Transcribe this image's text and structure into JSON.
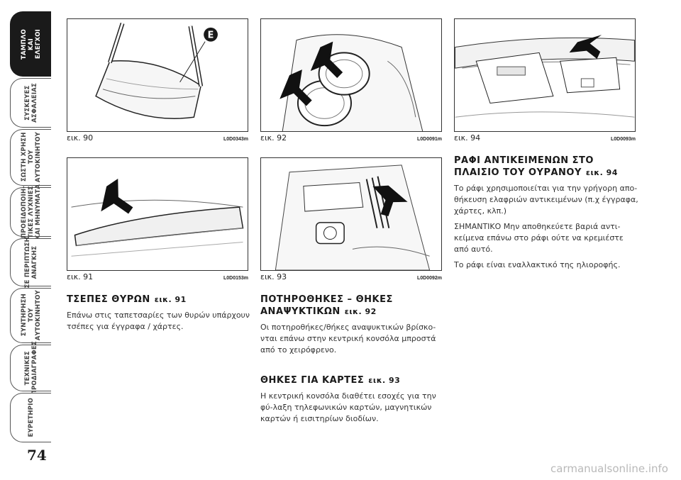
{
  "sidebar": {
    "tabs": [
      {
        "label": "ΤΑΜΠΛΟ\nΚΑΙ\nΕΛΕΓΧΟΙ",
        "active": true
      },
      {
        "label": "ΣΥΣΚΕΥΕΣ\nΑΣΦΑΛΕΙΑΣ",
        "active": false
      },
      {
        "label": "ΣΩΣΤΗ ΧΡΗΣΗ\nΤΟΥ\nΑΥΤΟΚΙΝΗΤΟΥ",
        "active": false
      },
      {
        "label": "ΠΡΟΕΙΔΟΠΟΙΗ-\nΤΙΚΕΣ ΛΥΧΝΙΕΣ\nΚΑΙ ΜΗΝΥΜΑΤΑ",
        "active": false
      },
      {
        "label": "ΣΕ ΠΕΡΙΠΤΩΣΗ\nΑΝΑΓΚΗΣ",
        "active": false
      },
      {
        "label": "ΣΥΝΤΗΡΗΣΗ\nΤΟΥ\nΑΥΤΟΚΙΝΗΤΟΥ",
        "active": false
      },
      {
        "label": "ΤΕΧΝΙΚΕΣ\nΠΡΟΔΙΑΓΡΑΦΕΣ",
        "active": false
      },
      {
        "label": "ΕΥΡΕΤΗΡΙΟ",
        "active": false
      }
    ]
  },
  "page_number": "74",
  "figures": {
    "fig90": {
      "label": "εικ. 90",
      "code": "L0D0343m",
      "marker": "E"
    },
    "fig91": {
      "label": "εικ. 91",
      "code": "L0D0153m"
    },
    "fig92": {
      "label": "εικ. 92",
      "code": "L0D0091m"
    },
    "fig93": {
      "label": "εικ. 93",
      "code": "L0D0092m"
    },
    "fig94": {
      "label": "εικ. 94",
      "code": "L0D0093m"
    }
  },
  "sections": {
    "door_pockets": {
      "title": "ΤΣΕΠΕΣ ΘΥΡΩΝ",
      "ref": "εικ. 91",
      "text": "Επάνω στις ταπετσαρίες των θυρών υπάρχουν τσέπες για έγγραφα / χάρτες."
    },
    "cup_holders": {
      "title": "ΠΟΤΗΡΟΘΗΚΕΣ – ΘΗΚΕΣ ΑΝΑΨΥΚΤΙΚΩΝ",
      "ref": "εικ. 92",
      "text": "Οι ποτηροθήκες/θήκες αναψυκτικών βρίσκο-νται επάνω στην κεντρική κονσόλα μπροστά από το χειρόφρενο."
    },
    "card_holders": {
      "title": "ΘΗΚΕΣ ΓΙΑ ΚΑΡΤΕΣ",
      "ref": "εικ. 93",
      "text": "Η κεντρική κονσόλα διαθέτει εσοχές για την φύ-λαξη τηλεφωνικών καρτών, μαγνητικών καρτών ή εισιτηρίων διοδίων."
    },
    "roof_shelf": {
      "title": "ΡΑΦΙ ΑΝΤΙΚΕΙΜΕΝΩΝ ΣΤΟ ΠΛΑΙΣΙΟ ΤΟΥ ΟΥΡΑΝΟΥ",
      "ref": "εικ. 94",
      "paragraphs": [
        "Το ράφι χρησιμοποιείται για την γρήγορη απο-θήκευση ελαφριών αντικειμένων (π.χ έγγραφα, χάρτες, κλπ.)",
        "ΣΗΜΑΝΤΙΚΟ Μην αποθηκεύετε βαριά αντι-κείμενα επάνω στο ράφι ούτε να κρεμιέστε από αυτό.",
        "Το ράφι είναι εναλλακτικό της ηλιοροφής."
      ]
    }
  },
  "watermark": "carmanualsonline.info"
}
